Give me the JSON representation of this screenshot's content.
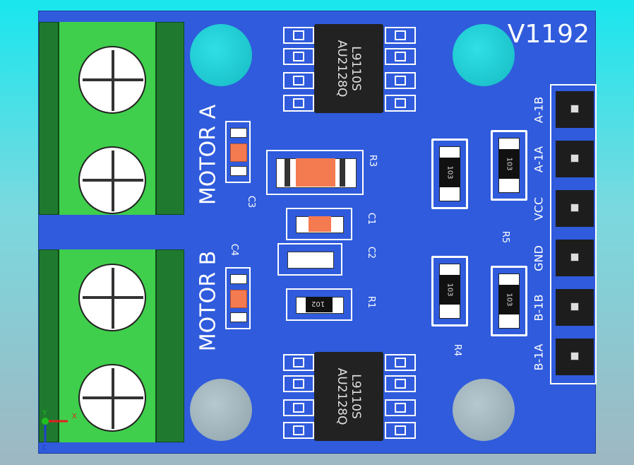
{
  "board": {
    "version": "V1192",
    "motor_a_label": "MOTOR A",
    "motor_b_label": "MOTOR B",
    "chip_top_line1": "L9110S",
    "chip_top_line2": "AU2128Q",
    "chip_bottom_line1": "L9110S",
    "chip_bottom_line2": "AU2128Q",
    "designators": {
      "c1": "C1",
      "c2": "C2",
      "c3": "C3",
      "c4": "C4",
      "r1": "R1",
      "r3": "R3",
      "r4": "R4",
      "r5": "R5"
    },
    "resistor_codes": {
      "r_a": "103",
      "r_b": "103",
      "r_c": "103",
      "r_d": "103",
      "r_e": "102"
    },
    "pins": [
      "A-1B",
      "A-1A",
      "VCC",
      "GND",
      "B-1B",
      "B-1A"
    ]
  },
  "axis_triad": {
    "x": "X",
    "y": "Y",
    "z": "Z"
  },
  "colors": {
    "pcb": "#2f5bdc",
    "terminal_dark": "#1f7a2f",
    "terminal_light": "#3fcf4c",
    "silkscreen": "#ffffff",
    "capacitor_body": "#f47a4f",
    "chip": "#222222",
    "background_top": "#19e6ee",
    "background_bottom": "#9fb7c2"
  }
}
